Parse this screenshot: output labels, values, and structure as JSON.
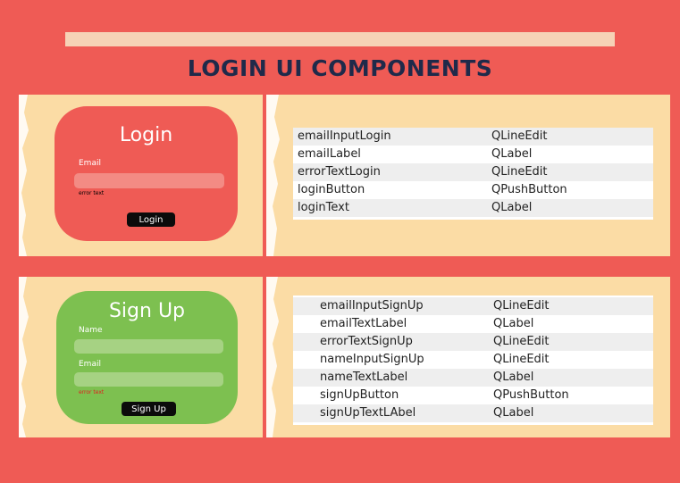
{
  "header": {
    "title": "LOGIN UI COMPONENTS"
  },
  "login": {
    "card": {
      "title": "Login",
      "email_label": "Email",
      "email_value": "",
      "error_text": "error text",
      "button_label": "Login"
    },
    "table": [
      {
        "name": "emailInputLogin",
        "type": "QLineEdit"
      },
      {
        "name": "emailLabel",
        "type": "QLabel"
      },
      {
        "name": "errorTextLogin",
        "type": "QLineEdit"
      },
      {
        "name": "loginButton",
        "type": "QPushButton"
      },
      {
        "name": "loginText",
        "type": "QLabel"
      }
    ]
  },
  "signup": {
    "card": {
      "title": "Sign Up",
      "name_label": "Name",
      "name_value": "",
      "email_label": "Email",
      "email_value": "",
      "error_text": "error text",
      "button_label": "Sign Up"
    },
    "table": [
      {
        "name": "emailInputSignUp",
        "type": "QLineEdit"
      },
      {
        "name": "emailTextLabel",
        "type": "QLabel"
      },
      {
        "name": "errorTextSignUp",
        "type": "QLineEdit"
      },
      {
        "name": "nameInputSignUp",
        "type": "QLineEdit"
      },
      {
        "name": "nameTextLabel",
        "type": "QLabel"
      },
      {
        "name": "signUpButton",
        "type": "QPushButton"
      },
      {
        "name": "signUpTextLAbel",
        "type": "QLabel"
      }
    ]
  },
  "colors": {
    "background": "#ef5b55",
    "paper": "#fbdca5",
    "login_card": "#ef5b55",
    "signup_card": "#7dc050",
    "title_text": "#1f2a4a",
    "login_error": "#1a1a1a",
    "signup_error": "#e01e1e"
  }
}
